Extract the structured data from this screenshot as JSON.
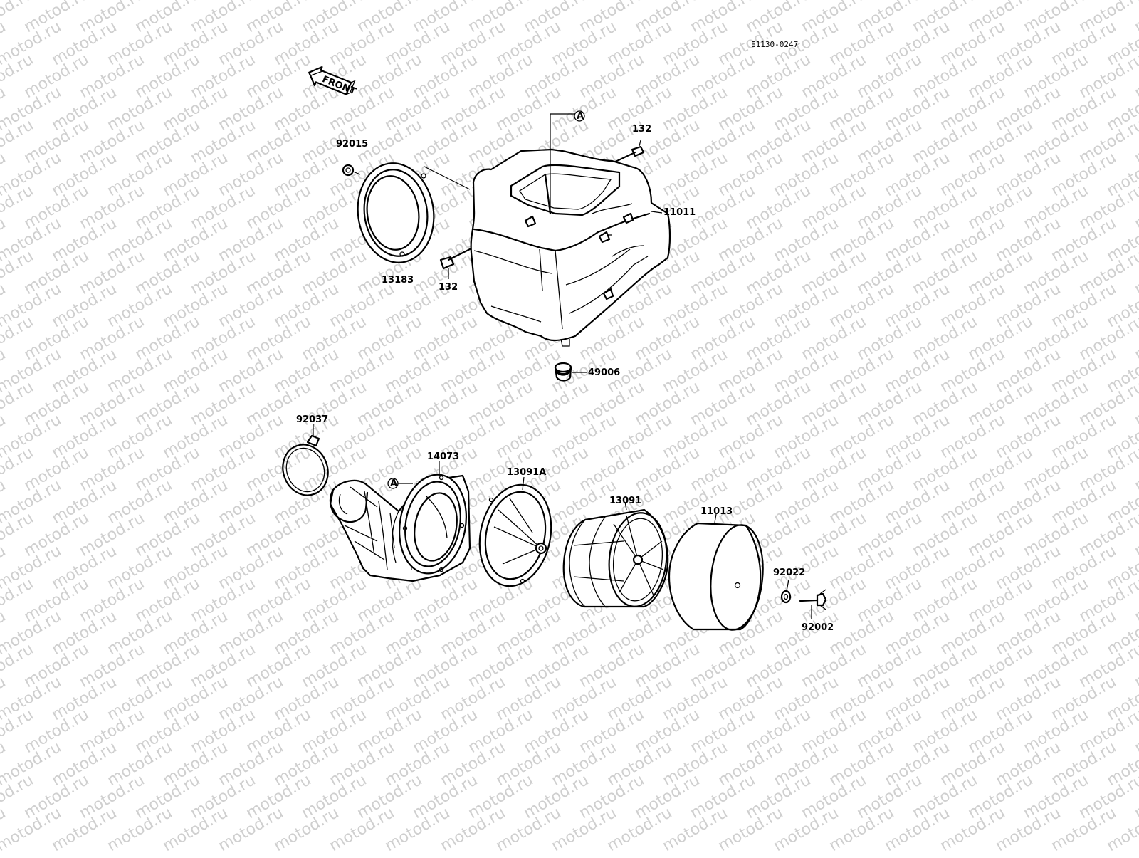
{
  "diagram": {
    "code": "E1130-0247",
    "front_label": "FRONT",
    "watermark": "motod.ru",
    "ref_mark": "A",
    "parts": {
      "p92015": "92015",
      "p13183": "13183",
      "p132a": "132",
      "p132b": "132",
      "p11011": "11011",
      "p49006": "49006",
      "p92037": "92037",
      "p14073": "14073",
      "p13091A": "13091A",
      "p13091": "13091",
      "p11013": "11013",
      "p92022": "92022",
      "p92002": "92002"
    }
  }
}
